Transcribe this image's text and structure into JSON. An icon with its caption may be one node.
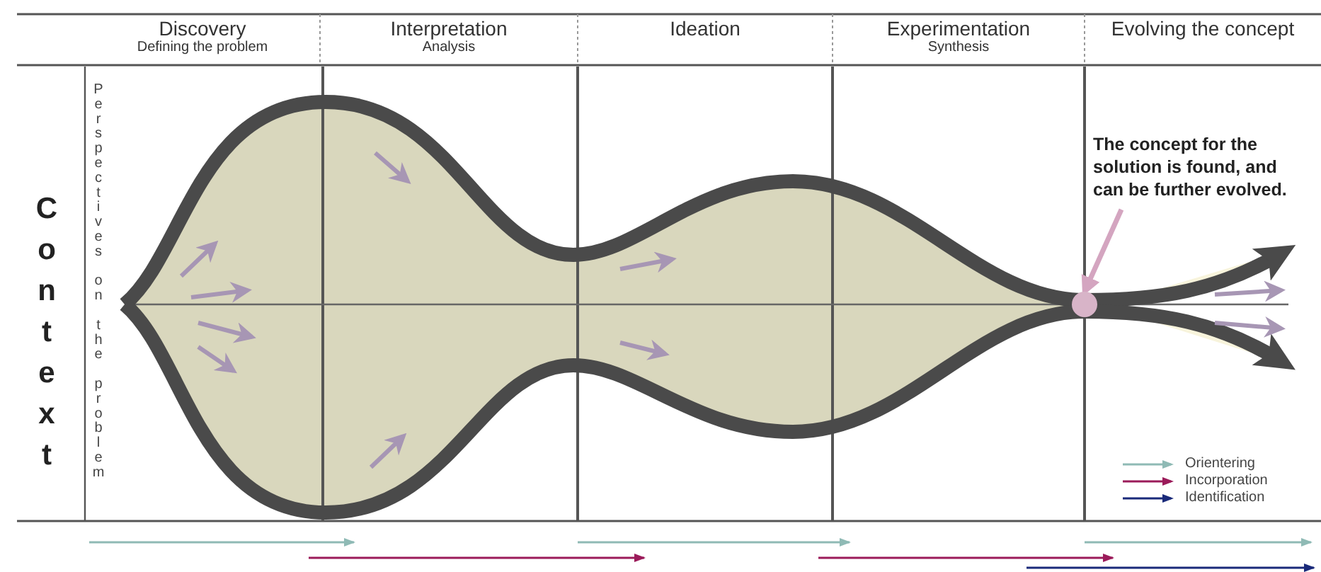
{
  "diagram": {
    "nodes": [
      {
        "text": [
          "The concept for the solution is found, and can be further evolved."
        ]
      },
      {
        "text": [],
        "shape": "circle"
      }
    ],
    "edges": [
      {
        "from": 0,
        "to": 1,
        "arrow": "to",
        "color": "#d4a5c0"
      }
    ],
    "labels": [
      "Discovery",
      "Defining the problem",
      "Interpretation",
      "Analysis",
      "Ideation",
      "Experimentation",
      "Synthesis",
      "Evolving the concept",
      "Context",
      "Perspectives on the problem"
    ],
    "legend": [
      {
        "text": "Orientering"
      },
      {
        "text": "Incorporation"
      },
      {
        "text": "Identification"
      }
    ]
  }
}
